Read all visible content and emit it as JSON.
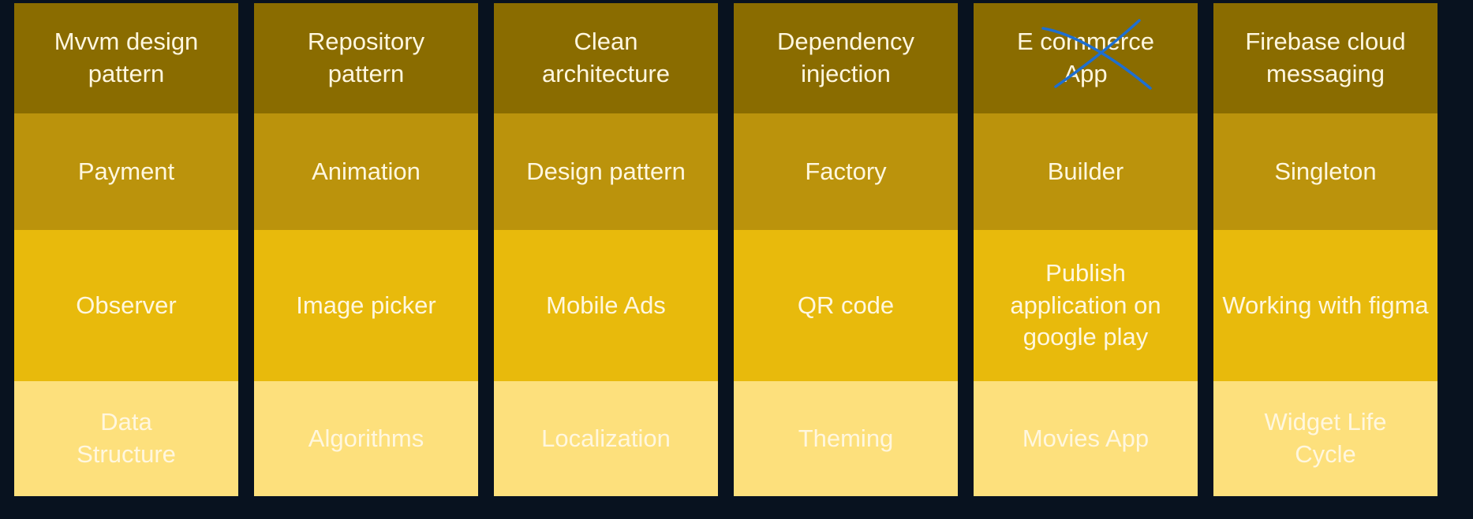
{
  "colors": {
    "background": "#08121f",
    "row_1": "#8a6c00",
    "row_2": "#bb930c",
    "row_3": "#e8ba0c",
    "row_4": "#fde07c",
    "text": "#fff7df",
    "strike": "#1e6fd1"
  },
  "columns": [
    {
      "cells": [
        "Mvvm design\npattern",
        "Payment",
        "Observer",
        "Data\nStructure"
      ]
    },
    {
      "cells": [
        "Repository\npattern",
        "Animation",
        "Image picker",
        "Algorithms"
      ]
    },
    {
      "cells": [
        "Clean\narchitecture",
        "Design pattern",
        "Mobile Ads",
        "Localization"
      ]
    },
    {
      "cells": [
        "Dependency\ninjection",
        "Factory",
        "QR code",
        "Theming"
      ]
    },
    {
      "cells": [
        "E commerce\nApp",
        "Builder",
        "Publish\napplication on\ngoogle play",
        "Movies App"
      ],
      "crossed_out_cell": 0
    },
    {
      "cells": [
        "Firebase cloud\nmessaging",
        "Singleton",
        "Working with figma",
        "Widget Life\nCycle"
      ]
    }
  ]
}
